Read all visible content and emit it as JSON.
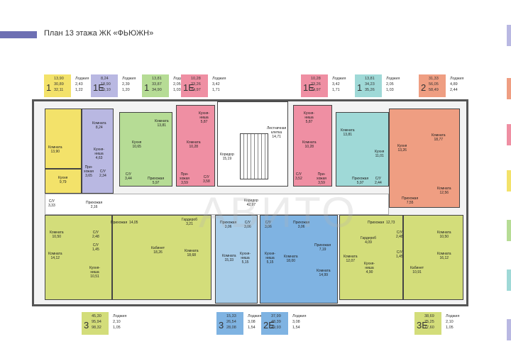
{
  "title": "План 13 этажа ЖК «ФЬЮЖН»",
  "colors": {
    "yellow": "#f3e26a",
    "purple": "#b9b8e2",
    "green": "#b6dc95",
    "pink": "#ef8fa3",
    "teal": "#9fd9d7",
    "orange": "#ef9e82",
    "olive": "#d3dd7a",
    "blue": "#7fb3e2",
    "lightblue": "#a8cde9"
  },
  "top_cards": [
    {
      "num": "1",
      "a": "13,90",
      "b": "30,89",
      "c": "32,11",
      "loggia": "Лоджия",
      "l1": "2,43",
      "l2": "1,22",
      "color": "#f3e26a"
    },
    {
      "num": "1Е",
      "a": "8,24",
      "b": "18,90",
      "c": "20,10",
      "loggia": "Лоджия",
      "l1": "2,39",
      "l2": "1,20",
      "color": "#b9b8e2"
    },
    {
      "num": "1",
      "a": "13,81",
      "b": "33,87",
      "c": "34,90",
      "loggia": "Лоджия",
      "l1": "2,05",
      "l2": "1,03",
      "color": "#b6dc95"
    },
    {
      "num": "1Е",
      "a": "10,28",
      "b": "23,26",
      "c": "24,97",
      "loggia": "Лоджия",
      "l1": "3,42",
      "l2": "1,71",
      "color": "#ef8fa3"
    },
    {
      "num": "1Е",
      "a": "10,28",
      "b": "23,26",
      "c": "24,97",
      "loggia": "Лоджия",
      "l1": "3,42",
      "l2": "1,71",
      "color": "#ef8fa3"
    },
    {
      "num": "1",
      "a": "13,81",
      "b": "34,23",
      "c": "35,26",
      "loggia": "Лоджия",
      "l1": "2,05",
      "l2": "1,03",
      "color": "#9fd9d7"
    },
    {
      "num": "2",
      "a": "31,33",
      "b": "56,05",
      "c": "58,49",
      "loggia": "Лоджия",
      "l1": "4,89",
      "l2": "2,44",
      "color": "#ef9e82"
    }
  ],
  "bottom_cards": [
    {
      "num": "3",
      "a": "45,30",
      "b": "95,94",
      "c": "98,32",
      "loggia": "Лоджия",
      "l1": "2,10",
      "l2": "1,05",
      "color": "#d3dd7a"
    },
    {
      "num": "3",
      "a": "15,33",
      "b": "26,54",
      "c": "28,08",
      "loggia": "Лоджия",
      "l1": "3,08",
      "l2": "1,54",
      "color": "#7fb3e2"
    },
    {
      "num": "2Е",
      "a": "37,99",
      "b": "48,39",
      "c": "49,93",
      "loggia": "Лоджия",
      "l1": "3,08",
      "l2": "1,54",
      "color": "#7fb3e2"
    },
    {
      "num": "3Е",
      "a": "38,69",
      "b": "75,25",
      "c": "77,60",
      "loggia": "Лоджия",
      "l1": "2,10",
      "l2": "1,05",
      "color": "#d3dd7a"
    }
  ],
  "rooms": {
    "r1": "Комната\n13,90",
    "r2": "Комната\n8,24",
    "r3": "Кухня\n9,79",
    "r4": "Кухня-\nниша\n4,63",
    "r5": "Прихожая\n2,16",
    "r6": "С/У\n3,33",
    "r7": "При-\nхожая\n3,65",
    "r8": "С/У\n2,34",
    "r9": "Комната\n13,81",
    "r10": "Кухня\n10,65",
    "r11": "С/У\n3,44",
    "r12": "Прихожая\n5,97",
    "r13": "Кухня-\nниша\n5,87",
    "r14": "Комната\n10,28",
    "r15": "При-\nхожая\n3,59",
    "r16": "С/У\n3,58",
    "r17": "Коридор\n15,19",
    "r18": "Лестничная\nклетка\n14,71",
    "r19": "Коридор\n42,97",
    "r20": "Кухня-\nниша\n5,87",
    "r21": "Комната\n10,28",
    "r22": "С/У\n3,52",
    "r23": "При-\nхожая\n3,59",
    "r24": "Комната\n13,81",
    "r25": "Кухня\n11,01",
    "r26": "Прихожая\n5,97",
    "r27": "С/У\n2,44",
    "r28": "Кухня\n13,26",
    "r29": "Комната\n18,77",
    "r30": "Комната\n12,56",
    "r31": "Прихожая\n7,55",
    "r32": "Комната\n10,50",
    "r33": "Комната\n14,12",
    "r34": "С/У\n2,48",
    "r35": "С/У\n1,45",
    "r36": "Кухня-\nниша\n10,51",
    "r37": "Прихожая  14,05",
    "r38": "Гардероб\n3,21",
    "r39": "Кабинет\n18,26",
    "r40": "Комната\n18,68",
    "r41": "Прихожая\n3,06",
    "r42": "С/У\n3,06",
    "r43": "Комната\n15,33",
    "r44": "Кухня-\nниша\n5,15",
    "r45": "С/У\n3,06",
    "r46": "Прихожая\n3,06",
    "r47": "Кухня-\nниша\n5,15",
    "r48": "Комната\n18,00",
    "r49": "Прихожая\n7,19",
    "r50": "Комната\n14,99",
    "r51": "Прихожая  12,73",
    "r52": "Гардероб\n4,09",
    "r53": "Комната\n12,07",
    "r54": "Кухня-\nниша\n4,90",
    "r55": "С/У\n2,48",
    "r56": "С/У\n1,45",
    "r57": "Кабинет\n10,91",
    "r58": "Комната\n10,50",
    "r59": "Комната\n16,12"
  },
  "watermark": "АВИТО"
}
